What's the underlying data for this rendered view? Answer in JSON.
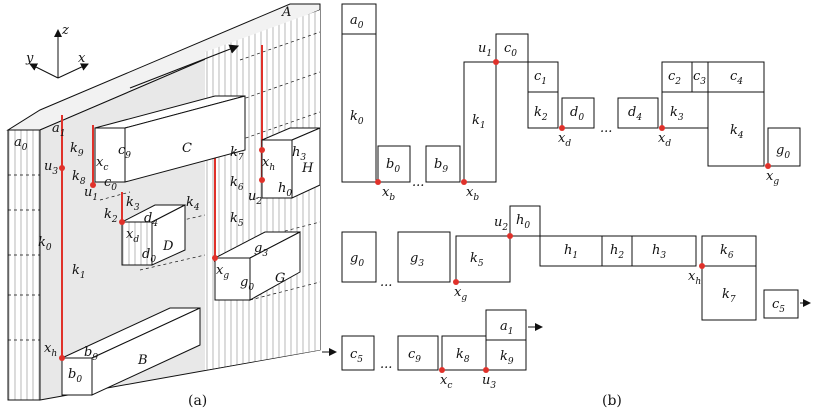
{
  "figure": {
    "panel_a_caption": "(a)",
    "panel_b_caption": "(b)",
    "panel_a": {
      "axes": [
        "y",
        "z",
        "x"
      ],
      "blocks": {
        "A": "A",
        "B": "B",
        "C": "C",
        "D": "D",
        "G": "G",
        "H": "H"
      },
      "labels": [
        {
          "base": "a",
          "sub": "0"
        },
        {
          "base": "a",
          "sub": "1"
        },
        {
          "base": "k",
          "sub": "0"
        },
        {
          "base": "k",
          "sub": "1"
        },
        {
          "base": "k",
          "sub": "9"
        },
        {
          "base": "k",
          "sub": "8"
        },
        {
          "base": "u",
          "sub": "3"
        },
        {
          "base": "x",
          "sub": "h"
        },
        {
          "base": "b",
          "sub": "9"
        },
        {
          "base": "b",
          "sub": "0"
        },
        {
          "base": "c",
          "sub": "9"
        },
        {
          "base": "c",
          "sub": "0"
        },
        {
          "base": "x",
          "sub": "c"
        },
        {
          "base": "u",
          "sub": "1"
        },
        {
          "base": "k",
          "sub": "3"
        },
        {
          "base": "k",
          "sub": "2"
        },
        {
          "base": "d",
          "sub": "4"
        },
        {
          "base": "d",
          "sub": "0"
        },
        {
          "base": "x",
          "sub": "d"
        },
        {
          "base": "k",
          "sub": "4"
        },
        {
          "base": "k",
          "sub": "7"
        },
        {
          "base": "k",
          "sub": "6"
        },
        {
          "base": "k",
          "sub": "5"
        },
        {
          "base": "x",
          "sub": "g"
        },
        {
          "base": "g",
          "sub": "3"
        },
        {
          "base": "g",
          "sub": "0"
        },
        {
          "base": "x",
          "sub": "h"
        },
        {
          "base": "h",
          "sub": "3"
        },
        {
          "base": "h",
          "sub": "0"
        },
        {
          "base": "u",
          "sub": "2"
        }
      ]
    },
    "panel_b": {
      "row1": [
        {
          "base": "a",
          "sub": "0"
        },
        {
          "base": "k",
          "sub": "0"
        },
        {
          "base": "b",
          "sub": "0"
        },
        "...",
        {
          "base": "b",
          "sub": "9"
        },
        {
          "base": "k",
          "sub": "1"
        },
        {
          "base": "c",
          "sub": "0"
        },
        {
          "base": "c",
          "sub": "1"
        },
        {
          "base": "k",
          "sub": "2"
        },
        {
          "base": "d",
          "sub": "0"
        },
        "...",
        {
          "base": "d",
          "sub": "4"
        },
        {
          "base": "c",
          "sub": "2"
        },
        {
          "base": "c",
          "sub": "3"
        },
        {
          "base": "c",
          "sub": "4"
        },
        {
          "base": "k",
          "sub": "3"
        },
        {
          "base": "k",
          "sub": "4"
        },
        {
          "base": "g",
          "sub": "0"
        }
      ],
      "row1_points": [
        {
          "base": "x",
          "sub": "b"
        },
        {
          "base": "x",
          "sub": "b"
        },
        {
          "base": "u",
          "sub": "1"
        },
        {
          "base": "x",
          "sub": "d"
        },
        {
          "base": "x",
          "sub": "d"
        },
        {
          "base": "x",
          "sub": "g"
        }
      ],
      "row2": [
        {
          "base": "g",
          "sub": "0"
        },
        "...",
        {
          "base": "g",
          "sub": "3"
        },
        {
          "base": "k",
          "sub": "5"
        },
        {
          "base": "h",
          "sub": "0"
        },
        {
          "base": "h",
          "sub": "1"
        },
        {
          "base": "h",
          "sub": "2"
        },
        {
          "base": "h",
          "sub": "3"
        },
        {
          "base": "k",
          "sub": "6"
        },
        {
          "base": "k",
          "sub": "7"
        },
        {
          "base": "c",
          "sub": "5"
        }
      ],
      "row2_points": [
        {
          "base": "x",
          "sub": "g"
        },
        {
          "base": "u",
          "sub": "2"
        },
        {
          "base": "x",
          "sub": "h"
        }
      ],
      "row3": [
        {
          "base": "c",
          "sub": "5"
        },
        "...",
        {
          "base": "c",
          "sub": "9"
        },
        {
          "base": "k",
          "sub": "8"
        },
        {
          "base": "a",
          "sub": "1"
        },
        {
          "base": "k",
          "sub": "9"
        }
      ],
      "row3_points": [
        {
          "base": "x",
          "sub": "c"
        },
        {
          "base": "u",
          "sub": "3"
        }
      ]
    },
    "colors": {
      "seam": "#e0312a",
      "point": "#e0312a",
      "wall_shade": "#e6e6e6",
      "stroke": "#111111"
    }
  }
}
